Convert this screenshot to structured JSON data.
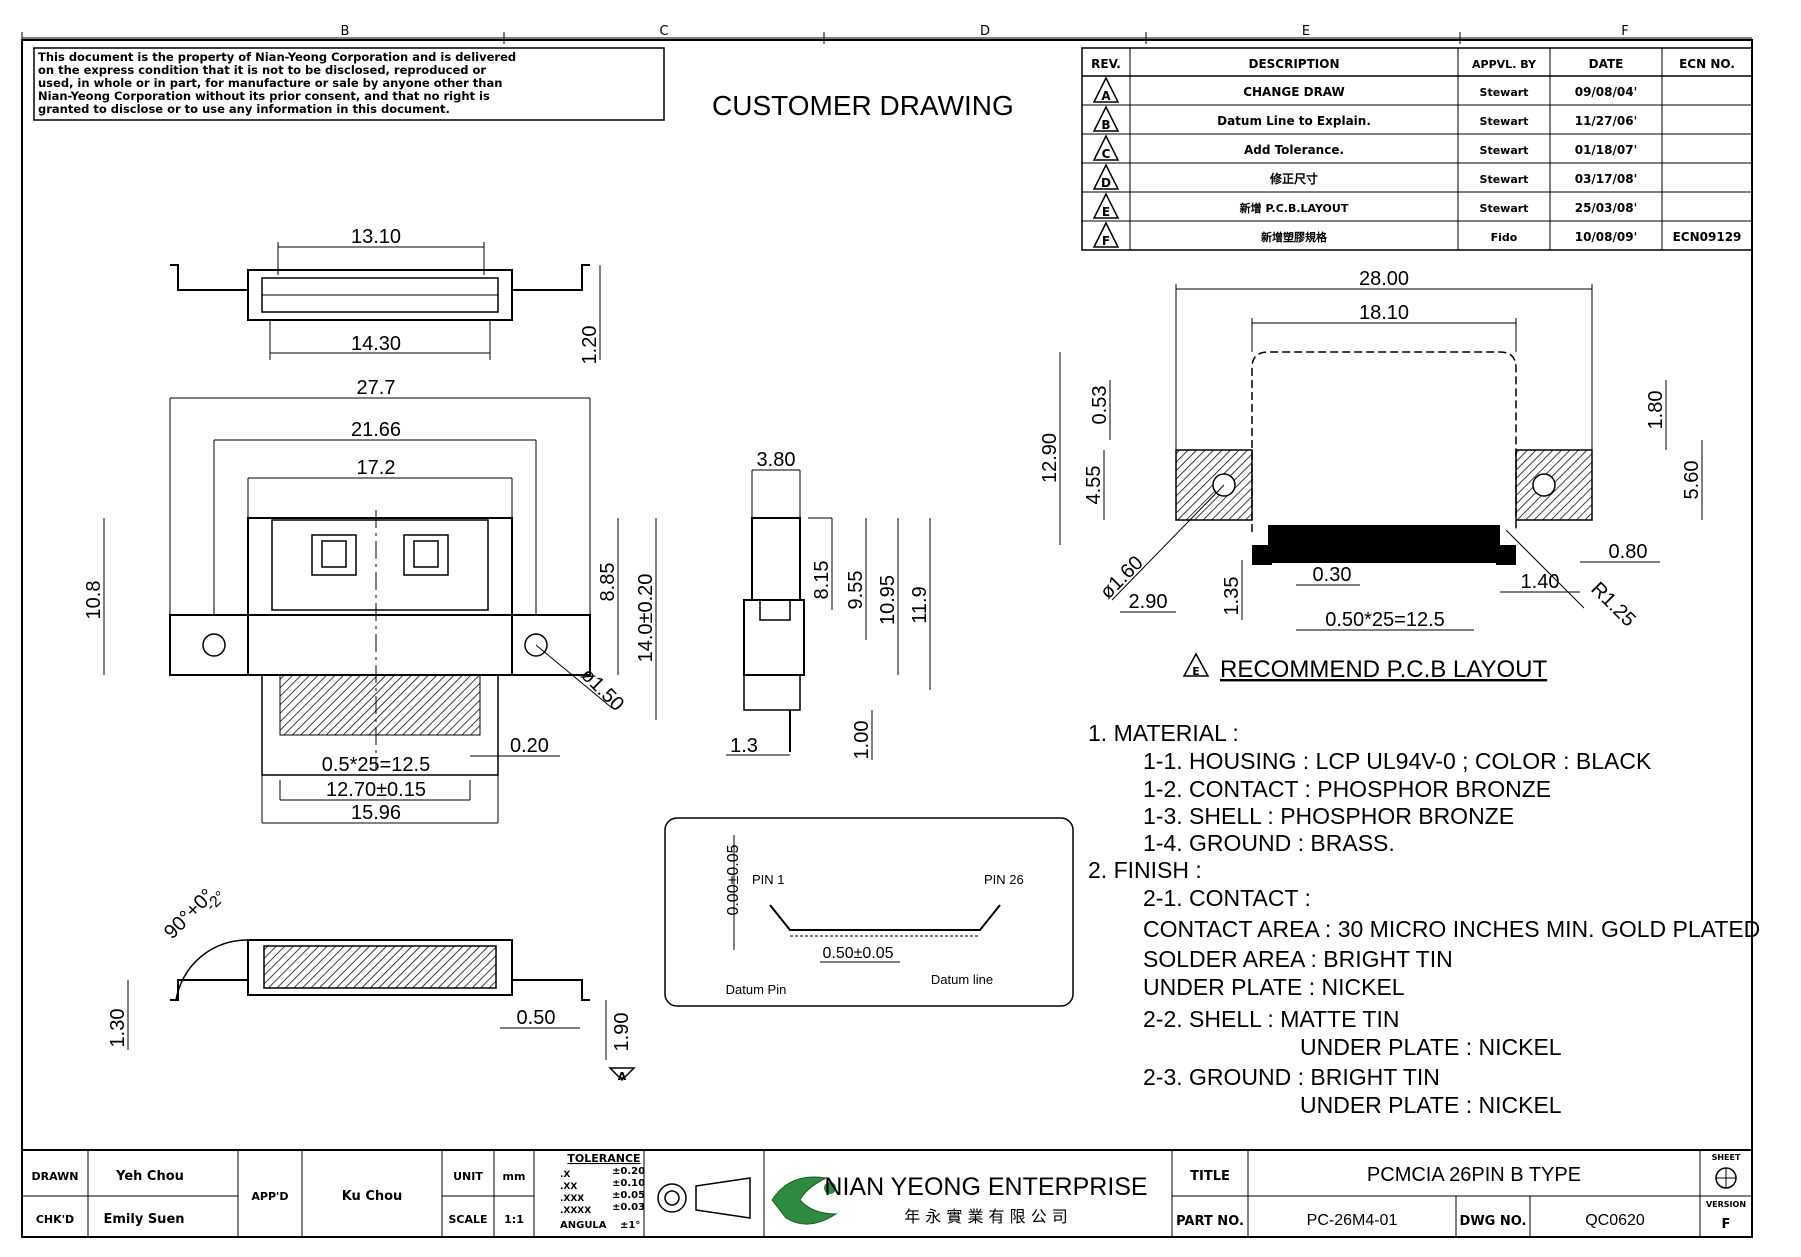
{
  "frame": {
    "zones": [
      "B",
      "C",
      "D",
      "E",
      "F"
    ]
  },
  "notice": {
    "lines": [
      "This document is the property of Nian-Yeong Corporation and is delivered",
      "on   the   express condition that it is not to be disclosed, reproduced or",
      "used, in whole or in part, for manufacture or sale by anyone other than",
      "Nian-Yeong Corporation without  its prior consent, and that  no right  is",
      "granted to disclose or to use any information in this  document."
    ]
  },
  "heading": "CUSTOMER  DRAWING",
  "revisions": {
    "headers": [
      "REV.",
      "DESCRIPTION",
      "APPVL. BY",
      "DATE",
      "ECN NO."
    ],
    "rows": [
      {
        "rev": "A",
        "desc": "CHANGE DRAW",
        "by": "Stewart",
        "date": "09/08/04'",
        "ecn": ""
      },
      {
        "rev": "B",
        "desc": "Datum Line to Explain.",
        "by": "Stewart",
        "date": "11/27/06'",
        "ecn": ""
      },
      {
        "rev": "C",
        "desc": "Add Tolerance.",
        "by": "Stewart",
        "date": "01/18/07'",
        "ecn": ""
      },
      {
        "rev": "D",
        "desc": "修正尺寸",
        "by": "Stewart",
        "date": "03/17/08'",
        "ecn": ""
      },
      {
        "rev": "E",
        "desc": "新增 P.C.B.LAYOUT",
        "by": "Stewart",
        "date": "25/03/08'",
        "ecn": ""
      },
      {
        "rev": "F",
        "desc": "新增塑膠規格",
        "by": "Fido",
        "date": "10/08/09'",
        "ecn": "ECN09129"
      }
    ]
  },
  "dims": {
    "top_view": {
      "w1": "13.10",
      "w2": "14.30",
      "h": "1.20"
    },
    "front_view": {
      "overall": "27.7",
      "flange": "21.66",
      "body": "17.2",
      "height": "10.8",
      "h1": "8.85",
      "h2": "14.0±0.20",
      "hole": "ø1.50",
      "gap": "0.20",
      "pitch": "0.5*25=12.5",
      "span": "12.70±0.15",
      "base": "15.96"
    },
    "side_view": {
      "w": "3.80",
      "h1": "8.15",
      "h2": "9.55",
      "h3": "10.95",
      "h4": "11.9",
      "t": "1.3",
      "tail": "1.00"
    },
    "bottom_view": {
      "angle": "90°+0°",
      "tol": "-2°",
      "h": "1.30",
      "t": "0.50",
      "lift": "1.90",
      "mark": "A"
    },
    "pcb": {
      "overall": "28.00",
      "inner": "18.10",
      "h": "12.90",
      "d1": "0.53",
      "d2": "4.55",
      "d3": "1.80",
      "d4": "5.60",
      "hole": "ø1.60",
      "off": "2.90",
      "y1": "1.35",
      "pad": "0.30",
      "pitch": "0.50*25=12.5",
      "e1": "0.80",
      "e2": "1.40",
      "r": "R1.25"
    },
    "detail": {
      "coplan": "0.00±0.05",
      "pin1": "PIN 1",
      "pin26": "PIN 26",
      "pitch": "0.50±0.05",
      "datum_pin": "Datum Pin",
      "datum_line": "Datum line"
    }
  },
  "pcb_title": {
    "mark": "E",
    "text": "RECOMMEND P.C.B LAYOUT"
  },
  "notes": [
    "1. MATERIAL :",
    "1-1. HOUSING : LCP UL94V-0 ; COLOR : BLACK",
    "1-2. CONTACT : PHOSPHOR BRONZE",
    "1-3. SHELL   : PHOSPHOR BRONZE",
    "1-4. GROUND : BRASS.",
    "2. FINISH :",
    "2-1. CONTACT :",
    "CONTACT AREA : 30 MICRO INCHES MIN. GOLD PLATED",
    "SOLDER AREA : BRIGHT TIN",
    "UNDER PLATE : NICKEL",
    "2-2. SHELL : MATTE TIN",
    "UNDER PLATE : NICKEL",
    "2-3. GROUND : BRIGHT TIN",
    "UNDER PLATE : NICKEL"
  ],
  "titleblock": {
    "drawn_label": "DRAWN",
    "drawn": "Yeh Chou",
    "chkd_label": "CHK'D",
    "chkd": "Emily Suen",
    "appd_label": "APP'D",
    "appd": "Ku Chou",
    "unit_label": "UNIT",
    "unit": "mm",
    "scale_label": "SCALE",
    "scale": "1:1",
    "tol_label": "TOLERANCE",
    "tol_rows": [
      [
        ".X",
        "±0.20"
      ],
      [
        ".XX",
        "±0.10"
      ],
      [
        ".XXX",
        "±0.05"
      ],
      [
        ".XXXX",
        "±0.03"
      ],
      [
        "ANGULA",
        "±1°"
      ]
    ],
    "company": "NIAN YEONG ENTERPRISE",
    "company_cn": "年 永 實 業 有 限 公 司",
    "title_label": "TITLE",
    "title": "PCMCIA  26PIN  B  TYPE",
    "part_label": "PART NO.",
    "part": "PC-26M4-01",
    "dwg_label": "DWG NO.",
    "dwg": "QC0620",
    "sheet_label": "SHEET",
    "version_label": "VERSION",
    "version": "F"
  }
}
